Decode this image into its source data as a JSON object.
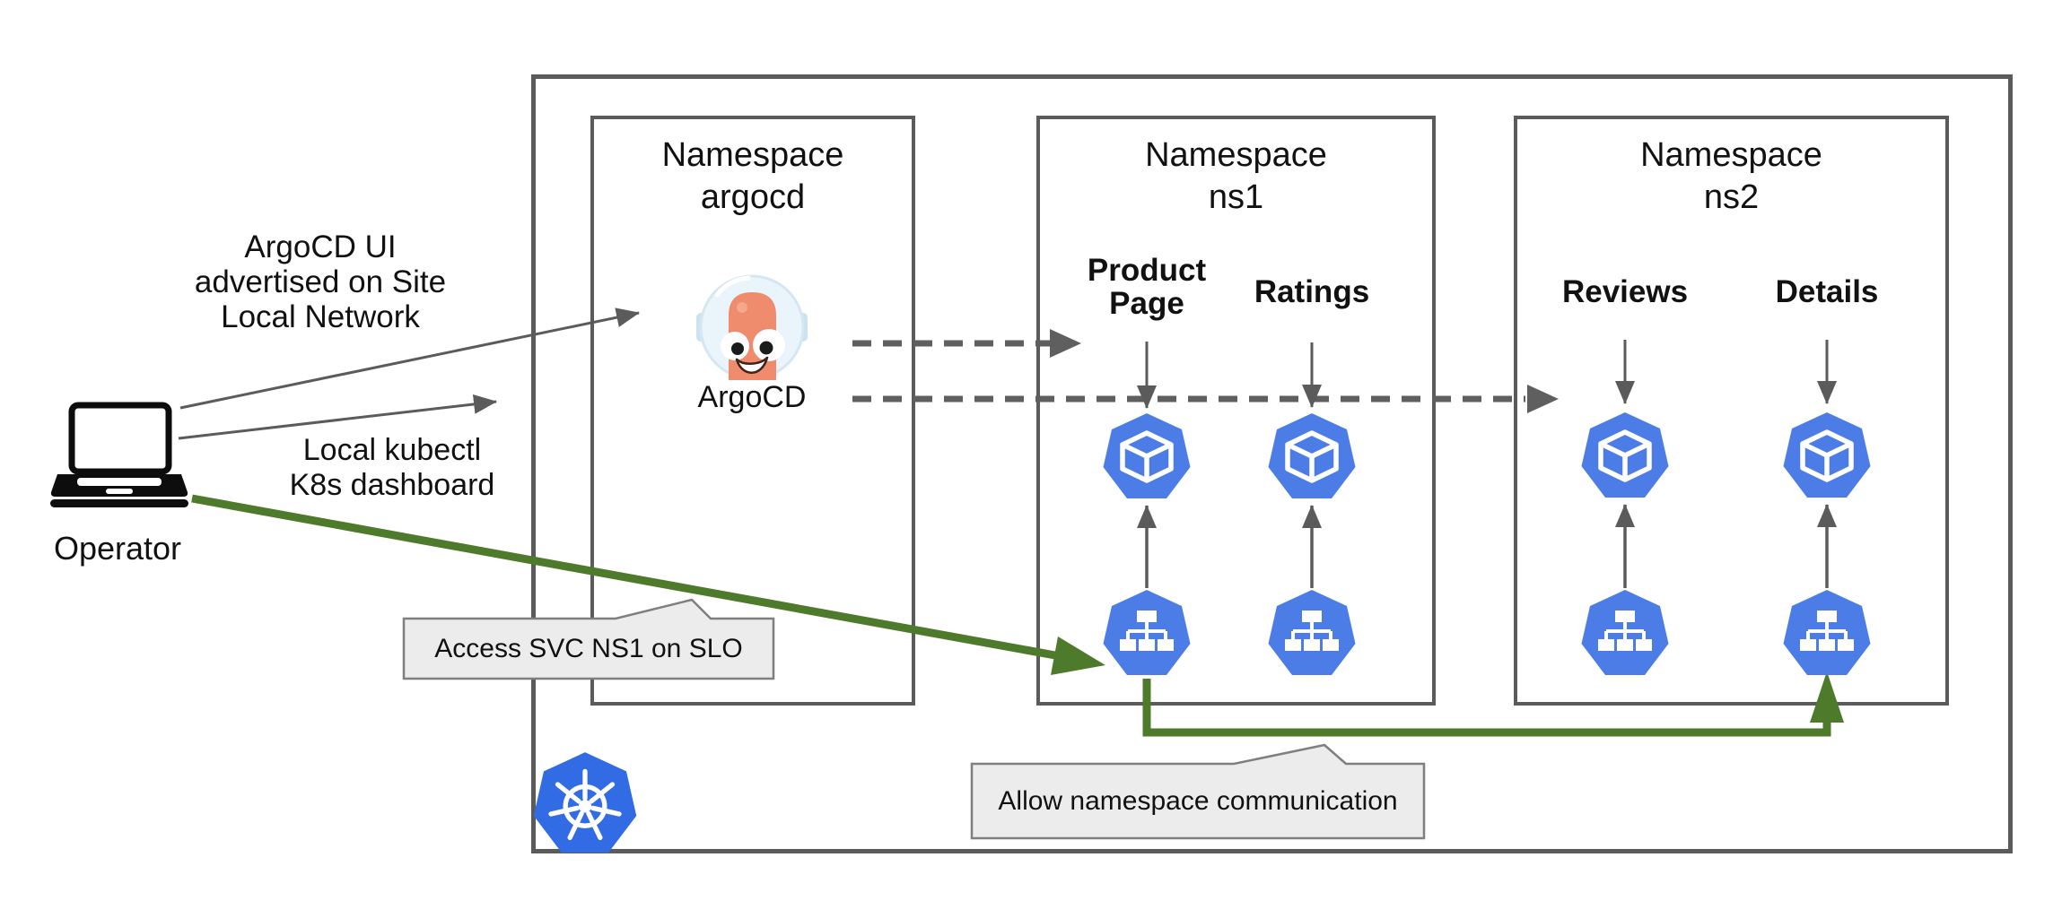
{
  "operator": {
    "label": "Operator"
  },
  "annotations": {
    "argocd_ui_arrow": "ArgoCD UI\nadvertised on Site\nLocal Network",
    "kubectl_arrow": "Local kubectl\nK8s dashboard",
    "access_callout": "Access SVC NS1 on SLO",
    "allow_callout": "Allow namespace communication"
  },
  "cluster": {
    "namespaces": [
      {
        "id": "argocd",
        "title": "Namespace\nargocd",
        "app_label": "ArgoCD"
      },
      {
        "id": "ns1",
        "title": "Namespace\nns1",
        "services": [
          {
            "label": "Product Page"
          },
          {
            "label": "Ratings"
          }
        ]
      },
      {
        "id": "ns2",
        "title": "Namespace\nns2",
        "services": [
          {
            "label": "Reviews"
          },
          {
            "label": "Details"
          }
        ]
      }
    ]
  },
  "icons": {
    "operator_device": "laptop-icon",
    "argocd_app": "argocd-mascot-icon",
    "workload": "pod-icon",
    "service": "service-icon",
    "cluster_logo": "kubernetes-logo-icon"
  },
  "colors": {
    "resource_blue": "#4c7de6",
    "kubernetes_blue": "#326ce5",
    "flow_green": "#4e7a2c",
    "border_gray": "#5b5b5b",
    "callout_bg": "#ececec"
  }
}
